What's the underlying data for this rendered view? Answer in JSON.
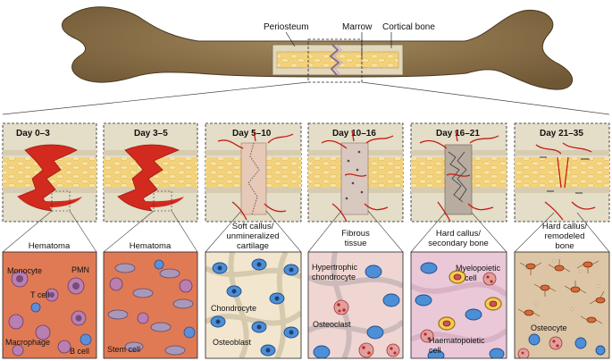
{
  "top_labels": {
    "periosteum": "Periosteum",
    "marrow": "Marrow",
    "cortical": "Cortical bone"
  },
  "stages": [
    {
      "day": "Day 0–3",
      "title_lines": [
        "Hematoma"
      ],
      "cells": [
        "Monocyte",
        "PMN",
        "T cell",
        "Macrophage",
        "B cell"
      ]
    },
    {
      "day": "Day 3–5",
      "title_lines": [
        "Hematoma"
      ],
      "cells": [
        "Stem cell"
      ]
    },
    {
      "day": "Day 5–10",
      "title_lines": [
        "Soft callus/",
        "unmineralized",
        "cartilage"
      ],
      "cells": [
        "Chondrocyte",
        "Osteoblast"
      ]
    },
    {
      "day": "Day 10–16",
      "title_lines": [
        "Fibrous",
        "tissue"
      ],
      "cells": [
        "Hypertrophic",
        "chondrocyte",
        "Osteoclast"
      ]
    },
    {
      "day": "Day 16–21",
      "title_lines": [
        "Hard callus/",
        "secondary bone"
      ],
      "cells": [
        "Myelopoietic",
        "cell",
        "Haematopoietic",
        "cell"
      ]
    },
    {
      "day": "Day 21–35",
      "title_lines": [
        "Hard callus/",
        "remodeled",
        "bone"
      ],
      "cells": [
        "Osteocyte"
      ]
    }
  ],
  "colors": {
    "bone": "#8a7048",
    "marrow": "#f3d27a",
    "cortex": "#e2d8bd",
    "blood": "#d22a1e",
    "hematoma_bg": "#e07a55",
    "soft_bg": "#f2e6cf",
    "fibrous_bg": "#f0d6d2",
    "secondary_bg": "#eac8d8",
    "remodel_bg": "#dcc6a6"
  }
}
